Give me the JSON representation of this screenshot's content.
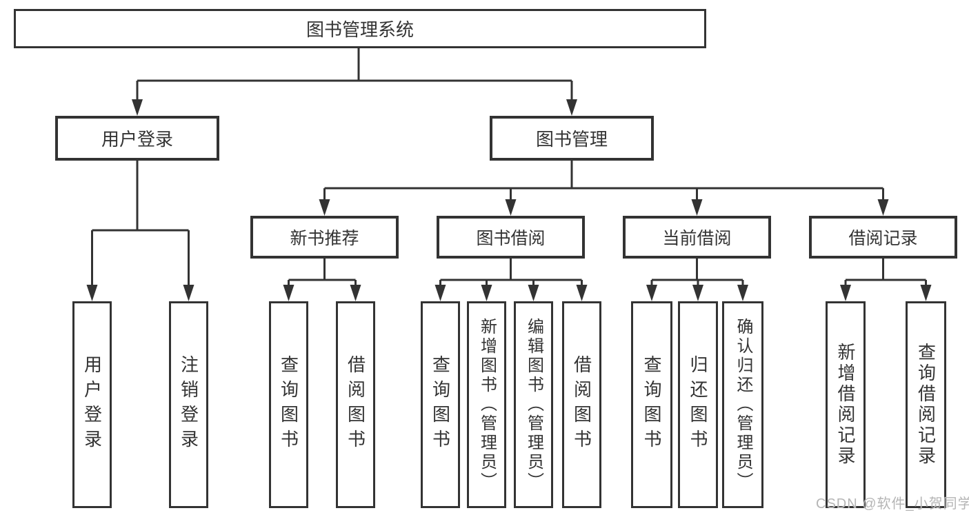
{
  "diagram": {
    "root": {
      "label": "图书管理系统"
    },
    "children": [
      {
        "label": "用户登录",
        "children": [
          {
            "label": "用户登录"
          },
          {
            "label": "注销登录"
          }
        ]
      },
      {
        "label": "图书管理",
        "children": [
          {
            "label": "新书推荐",
            "children": [
              {
                "label": "查询图书"
              },
              {
                "label": "借阅图书"
              }
            ]
          },
          {
            "label": "图书借阅",
            "children": [
              {
                "label": "查询图书"
              },
              {
                "label": "新增图书（管理员）"
              },
              {
                "label": "编辑图书（管理员）"
              },
              {
                "label": "借阅图书"
              }
            ]
          },
          {
            "label": "当前借阅",
            "children": [
              {
                "label": "查询图书"
              },
              {
                "label": "归还图书"
              },
              {
                "label": "确认归还（管理员）"
              }
            ]
          },
          {
            "label": "借阅记录",
            "children": [
              {
                "label": "新增借阅记录"
              },
              {
                "label": "查询借阅记录"
              }
            ]
          }
        ]
      }
    ]
  },
  "watermark": {
    "text": "CSDN @软件_小贺同学"
  },
  "colors": {
    "line": "#333333",
    "text": "#333333",
    "box_background": "#ffffff",
    "watermark": "#b5b5b5",
    "background": "#ffffff"
  }
}
